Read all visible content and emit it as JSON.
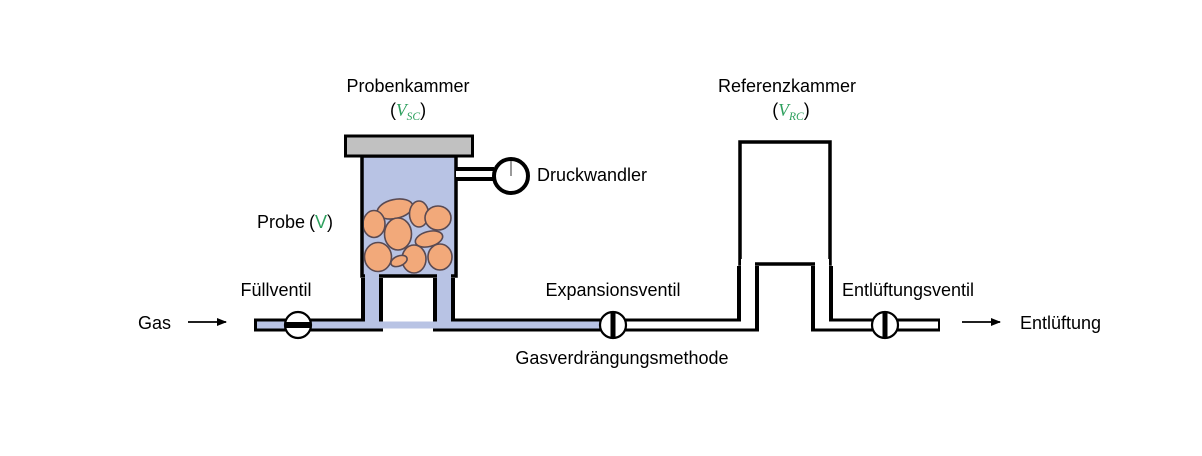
{
  "diagram": {
    "caption": "Gasverdrängungsmethode",
    "sample_chamber": {
      "label": "Probenkammer",
      "paren_open": "(",
      "symbol": "V",
      "subscript": "SC",
      "paren_close": ")"
    },
    "reference_chamber": {
      "label": "Referenzkammer",
      "paren_open": "(",
      "symbol": "V",
      "subscript": "RC",
      "paren_close": ")"
    },
    "probe": {
      "label": "Probe",
      "paren_open": "(",
      "symbol": "V",
      "paren_close": ")"
    },
    "pressure_transducer_label": "Druckwandler",
    "valves": {
      "fill_valve": "Füllventil",
      "expansion_valve": "Expansionsventil",
      "vent_valve": "Entlüftungsventil"
    },
    "gas_inlet_label": "Gas",
    "vent_outlet_label": "Entlüftung",
    "colors": {
      "line": "#000000",
      "chamber_gas_fill": "#b8c3e4",
      "chamber_empty_fill": "#ffffff",
      "lid_fill": "#c1c1c1",
      "particle_fill": "#f2a97a",
      "particle_stroke": "#5a4a52",
      "symbol_green": "#2ea05e",
      "gauge_needle": "#808080"
    }
  }
}
